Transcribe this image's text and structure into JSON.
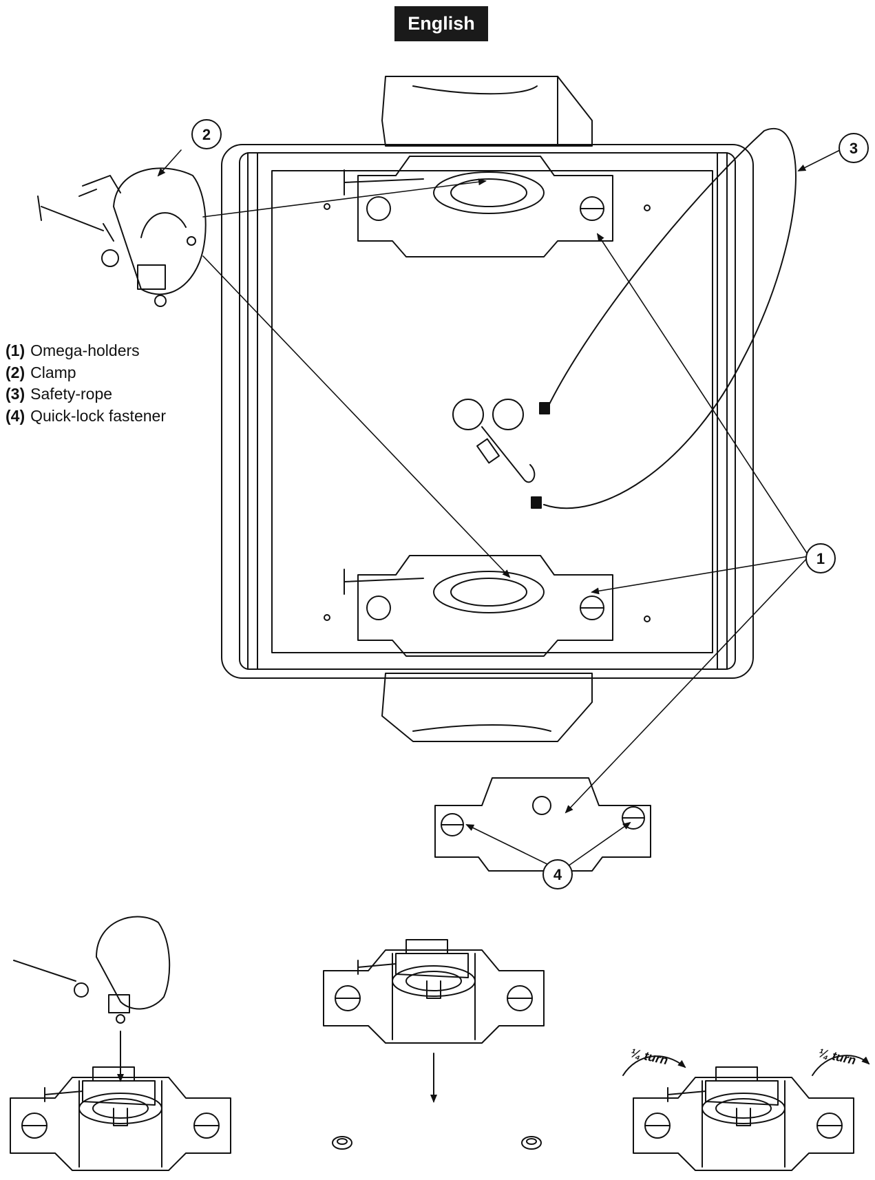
{
  "header": {
    "language_label": "English"
  },
  "legend": {
    "items": [
      {
        "number": "(1)",
        "label": "Omega-holders"
      },
      {
        "number": "(2)",
        "label": "Clamp"
      },
      {
        "number": "(3)",
        "label": "Safety-rope"
      },
      {
        "number": "(4)",
        "label": "Quick-lock fastener"
      }
    ]
  },
  "callouts": {
    "c1": "1",
    "c2": "2",
    "c3": "3",
    "c4": "4"
  },
  "turn_labels": {
    "left": "¼ turn",
    "right": "¼ turn"
  },
  "colors": {
    "ink": "#111111",
    "badge_bg": "#1a1a1a",
    "badge_text": "#ffffff"
  }
}
